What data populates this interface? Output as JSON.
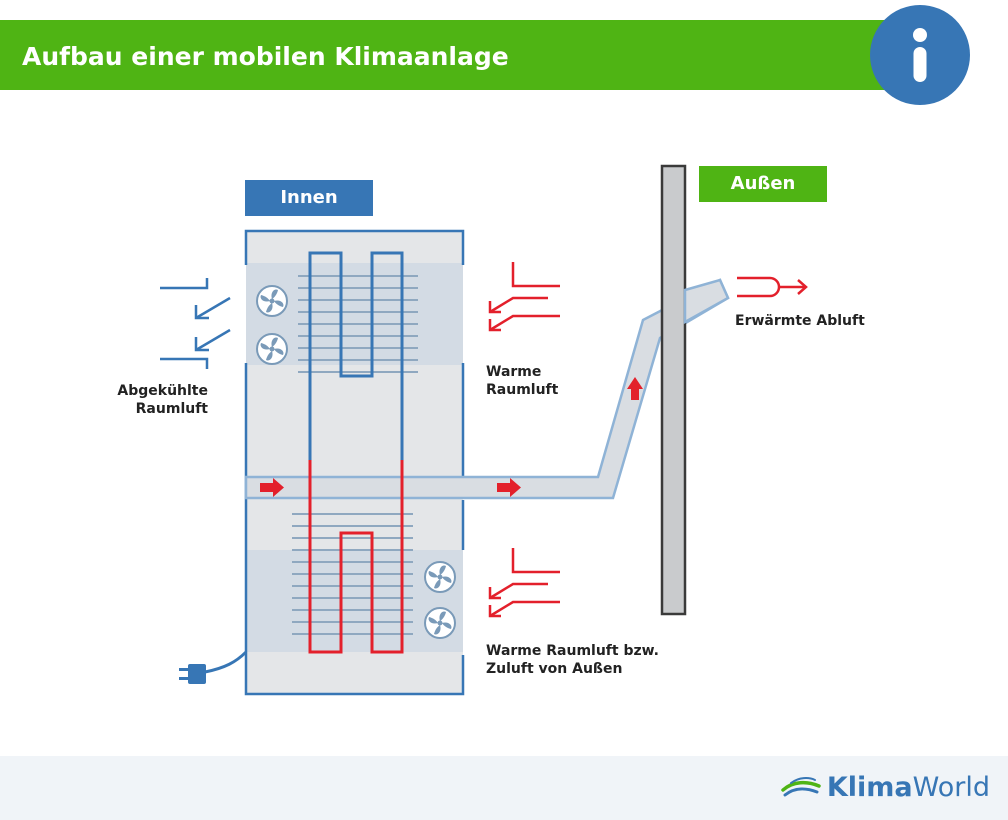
{
  "header": {
    "title": "Aufbau einer mobilen Klimaanlage"
  },
  "info_icon": "info-icon",
  "labels": {
    "inside": "Innen",
    "outside": "Außen",
    "cooled_air": "Abgekühlte\nRaumluft",
    "warm_air": "Warme\nRaumluft",
    "exhaust": "Erwärmte Abluft",
    "intake": "Warme Raumluft bzw.\nZuluft von Außen"
  },
  "footer": {
    "brand_bold": "Klima",
    "brand_regular": "World"
  },
  "colors": {
    "header_green": "#4fb414",
    "info_blue": "#3776b5",
    "cold_blue": "#3776b5",
    "hot_red": "#e3202b",
    "duct_fill": "#d9dde2",
    "duct_stroke": "#8fb3d6",
    "wall_gray": "#c9cbcd",
    "footer_bg": "#f0f4f8"
  }
}
